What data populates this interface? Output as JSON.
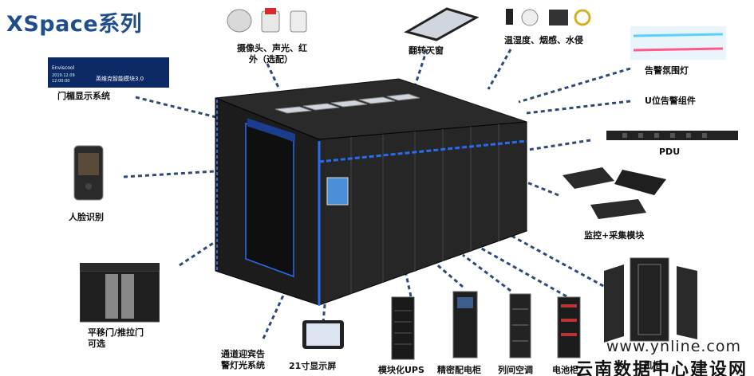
{
  "title": "XSpace系列",
  "labels": {
    "camera": "摄像头、声光、红",
    "camera2": "外（选配）",
    "skylight": "翻转天窗",
    "sensors": "温湿度、烟感、水侵",
    "ambient_light": "告警氛围灯",
    "u_alarm": "U位告警组件",
    "pdu": "PDU",
    "door_display": "门楣显示系统",
    "face_id": "人脸识别",
    "monitor": "监控+采集模块",
    "sliding_door": "平移门/推拉门",
    "sliding_door2": "可选",
    "corridor_light": "通道迎宾告",
    "corridor_light2": "警灯光系统",
    "screen21": "21寸显示屏",
    "ups": "模块化UPS",
    "pdc": "精密配电柜",
    "ac": "列间空调",
    "battery": "电池柜",
    "rack": "机柜"
  },
  "door_display_screen": {
    "brand": "Enviscool",
    "date": "2019.12.09",
    "time": "12:00:00",
    "caption": "英维克智能模块3.0"
  },
  "watermark": {
    "url": "www.ynline.com",
    "text": "云南数据中心建设网"
  },
  "colors": {
    "title": "#1f4e8c",
    "connector": "#2e4a78",
    "cabinet": "#1c1c1c",
    "led": "#2a6cf0"
  }
}
